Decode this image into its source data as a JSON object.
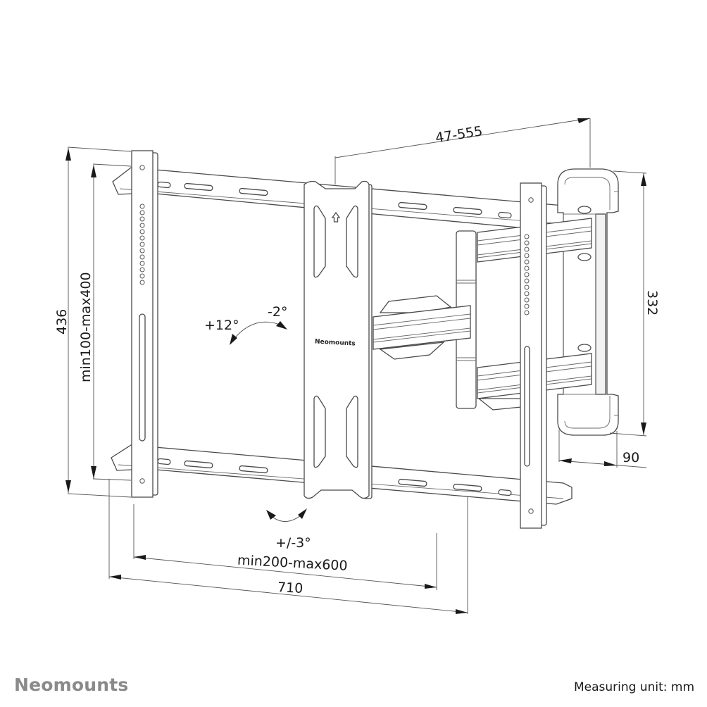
{
  "product": {
    "brand_on_plate": "Neomounts"
  },
  "dimensions": {
    "arm_extension": "47-555",
    "overall_height": "436",
    "vesa_vertical": "min100-max400",
    "wall_plate_height": "332",
    "wall_plate_depth": "90",
    "vesa_horizontal": "min200-max600",
    "overall_width": "710"
  },
  "angles": {
    "tilt_up": "+12°",
    "tilt_down": "-2°",
    "rotation": "+/-3°"
  },
  "footer": {
    "brand": "Neomounts",
    "measuring_unit": "Measuring unit: mm"
  },
  "colors": {
    "line": "#4a4a4a",
    "text": "#1a1a1a",
    "brand_grey": "#8a8a8a",
    "background": "#ffffff"
  }
}
